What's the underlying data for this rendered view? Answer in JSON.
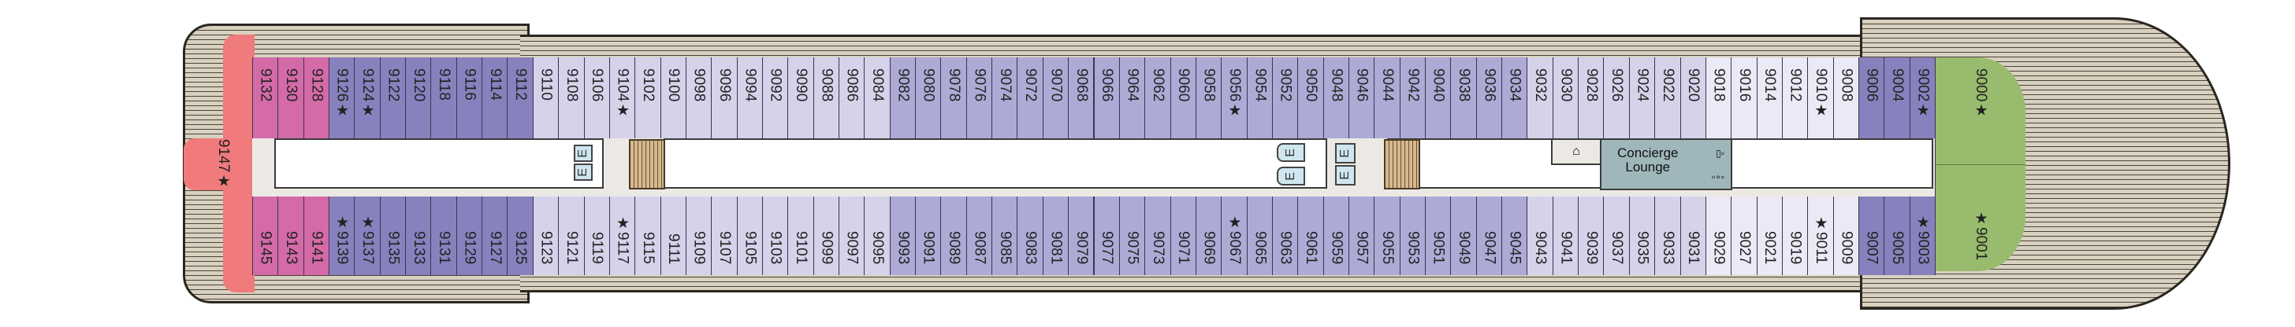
{
  "deck": {
    "legend_marker": "★",
    "top_row": [
      {
        "num": "9132",
        "cat": "pink"
      },
      {
        "num": "9130",
        "cat": "pink"
      },
      {
        "num": "9128",
        "cat": "pink"
      },
      {
        "num": "9126★",
        "cat": "dark"
      },
      {
        "num": "9124★",
        "cat": "dark"
      },
      {
        "num": "9122",
        "cat": "dark"
      },
      {
        "num": "9120",
        "cat": "dark"
      },
      {
        "num": "9118",
        "cat": "dark"
      },
      {
        "num": "9116",
        "cat": "dark"
      },
      {
        "num": "9114",
        "cat": "dark"
      },
      {
        "num": "9112",
        "cat": "dark"
      },
      {
        "num": "9110",
        "cat": "light"
      },
      {
        "num": "9108",
        "cat": "light"
      },
      {
        "num": "9106",
        "cat": "light"
      },
      {
        "num": "9104★",
        "cat": "light"
      },
      {
        "num": "9102",
        "cat": "light"
      },
      {
        "num": "9100",
        "cat": "light"
      },
      {
        "num": "9098",
        "cat": "light"
      },
      {
        "num": "9096",
        "cat": "light"
      },
      {
        "num": "9094",
        "cat": "light"
      },
      {
        "num": "9092",
        "cat": "light"
      },
      {
        "num": "9090",
        "cat": "light"
      },
      {
        "num": "9088",
        "cat": "light"
      },
      {
        "num": "9086",
        "cat": "light"
      },
      {
        "num": "9084",
        "cat": "light"
      },
      {
        "num": "9082",
        "cat": "mid"
      },
      {
        "num": "9080",
        "cat": "mid"
      },
      {
        "num": "9078",
        "cat": "mid"
      },
      {
        "num": "9076",
        "cat": "mid"
      },
      {
        "num": "9074",
        "cat": "mid"
      },
      {
        "num": "9072",
        "cat": "mid"
      },
      {
        "num": "9070",
        "cat": "mid"
      },
      {
        "num": "9068",
        "cat": "mid"
      },
      {
        "num": "9066",
        "cat": "mid"
      },
      {
        "num": "9064",
        "cat": "mid"
      },
      {
        "num": "9062",
        "cat": "mid"
      },
      {
        "num": "9060",
        "cat": "mid"
      },
      {
        "num": "9058",
        "cat": "mid"
      },
      {
        "num": "9056★",
        "cat": "mid"
      },
      {
        "num": "9054",
        "cat": "mid"
      },
      {
        "num": "9052",
        "cat": "mid"
      },
      {
        "num": "9050",
        "cat": "mid"
      },
      {
        "num": "9048",
        "cat": "mid"
      },
      {
        "num": "9046",
        "cat": "mid"
      },
      {
        "num": "9044",
        "cat": "mid"
      },
      {
        "num": "9042",
        "cat": "mid"
      },
      {
        "num": "9040",
        "cat": "mid"
      },
      {
        "num": "9038",
        "cat": "mid"
      },
      {
        "num": "9036",
        "cat": "mid"
      },
      {
        "num": "9034",
        "cat": "mid"
      },
      {
        "num": "9032",
        "cat": "light"
      },
      {
        "num": "9030",
        "cat": "light"
      },
      {
        "num": "9028",
        "cat": "light"
      },
      {
        "num": "9026",
        "cat": "light"
      },
      {
        "num": "9024",
        "cat": "light"
      },
      {
        "num": "9022",
        "cat": "light"
      },
      {
        "num": "9020",
        "cat": "light"
      },
      {
        "num": "9018",
        "cat": "pale"
      },
      {
        "num": "9016",
        "cat": "pale"
      },
      {
        "num": "9014",
        "cat": "pale"
      },
      {
        "num": "9012",
        "cat": "pale"
      },
      {
        "num": "9010★",
        "cat": "pale"
      },
      {
        "num": "9008",
        "cat": "pale"
      },
      {
        "num": "9006",
        "cat": "dark"
      },
      {
        "num": "9004",
        "cat": "dark"
      },
      {
        "num": "9002★",
        "cat": "dark"
      }
    ],
    "bottom_row": [
      {
        "num": "9145",
        "cat": "pink"
      },
      {
        "num": "9143",
        "cat": "pink"
      },
      {
        "num": "9141",
        "cat": "pink"
      },
      {
        "num": "★9139",
        "cat": "dark"
      },
      {
        "num": "★9137",
        "cat": "dark"
      },
      {
        "num": "9135",
        "cat": "dark"
      },
      {
        "num": "9133",
        "cat": "dark"
      },
      {
        "num": "9131",
        "cat": "dark"
      },
      {
        "num": "9129",
        "cat": "dark"
      },
      {
        "num": "9127",
        "cat": "dark"
      },
      {
        "num": "9125",
        "cat": "dark"
      },
      {
        "num": "9123",
        "cat": "light"
      },
      {
        "num": "9121",
        "cat": "light"
      },
      {
        "num": "9119",
        "cat": "light"
      },
      {
        "num": "★9117",
        "cat": "light"
      },
      {
        "num": "9115",
        "cat": "light"
      },
      {
        "num": "9111",
        "cat": "light"
      },
      {
        "num": "9109",
        "cat": "light"
      },
      {
        "num": "9107",
        "cat": "light"
      },
      {
        "num": "9105",
        "cat": "light"
      },
      {
        "num": "9103",
        "cat": "light"
      },
      {
        "num": "9101",
        "cat": "light"
      },
      {
        "num": "9099",
        "cat": "light"
      },
      {
        "num": "9097",
        "cat": "light"
      },
      {
        "num": "9095",
        "cat": "light"
      },
      {
        "num": "9093",
        "cat": "mid"
      },
      {
        "num": "9091",
        "cat": "mid"
      },
      {
        "num": "9089",
        "cat": "mid"
      },
      {
        "num": "9087",
        "cat": "mid"
      },
      {
        "num": "9085",
        "cat": "mid"
      },
      {
        "num": "9083",
        "cat": "mid"
      },
      {
        "num": "9081",
        "cat": "mid"
      },
      {
        "num": "9079",
        "cat": "mid"
      },
      {
        "num": "9077",
        "cat": "mid"
      },
      {
        "num": "9075",
        "cat": "mid"
      },
      {
        "num": "9073",
        "cat": "mid"
      },
      {
        "num": "9071",
        "cat": "mid"
      },
      {
        "num": "9069",
        "cat": "mid"
      },
      {
        "num": "★9067",
        "cat": "mid"
      },
      {
        "num": "9065",
        "cat": "mid"
      },
      {
        "num": "9063",
        "cat": "mid"
      },
      {
        "num": "9061",
        "cat": "mid"
      },
      {
        "num": "9059",
        "cat": "mid"
      },
      {
        "num": "9057",
        "cat": "mid"
      },
      {
        "num": "9055",
        "cat": "mid"
      },
      {
        "num": "9053",
        "cat": "mid"
      },
      {
        "num": "9051",
        "cat": "mid"
      },
      {
        "num": "9049",
        "cat": "mid"
      },
      {
        "num": "9047",
        "cat": "mid"
      },
      {
        "num": "9045",
        "cat": "mid"
      },
      {
        "num": "9043",
        "cat": "light"
      },
      {
        "num": "9041",
        "cat": "light"
      },
      {
        "num": "9039",
        "cat": "light"
      },
      {
        "num": "9037",
        "cat": "light"
      },
      {
        "num": "9035",
        "cat": "light"
      },
      {
        "num": "9033",
        "cat": "light"
      },
      {
        "num": "9031",
        "cat": "light"
      },
      {
        "num": "9029",
        "cat": "pale"
      },
      {
        "num": "9027",
        "cat": "pale"
      },
      {
        "num": "9021",
        "cat": "pale"
      },
      {
        "num": "9019",
        "cat": "pale"
      },
      {
        "num": "★9011",
        "cat": "pale"
      },
      {
        "num": "9009",
        "cat": "pale"
      },
      {
        "num": "9007",
        "cat": "dark"
      },
      {
        "num": "9005",
        "cat": "dark"
      },
      {
        "num": "★9003",
        "cat": "dark"
      }
    ],
    "aft_suite": "9147★",
    "forward_suite_top": "9000★",
    "forward_suite_bottom": "★9001",
    "elevator_label": "E",
    "concierge_lounge": {
      "line1": "Concierge",
      "line2": "Lounge"
    },
    "colors": {
      "pink": "#d46aa8",
      "dark": "#8781bd",
      "mid": "#aeaad6",
      "light": "#d5d2ea",
      "pale": "#ebe9f5",
      "aft_suite": "#f07a7c",
      "forward_suite": "#99bb6e",
      "lounge": "#9fb7bb",
      "deck_planks": "#d8d1c0"
    }
  }
}
